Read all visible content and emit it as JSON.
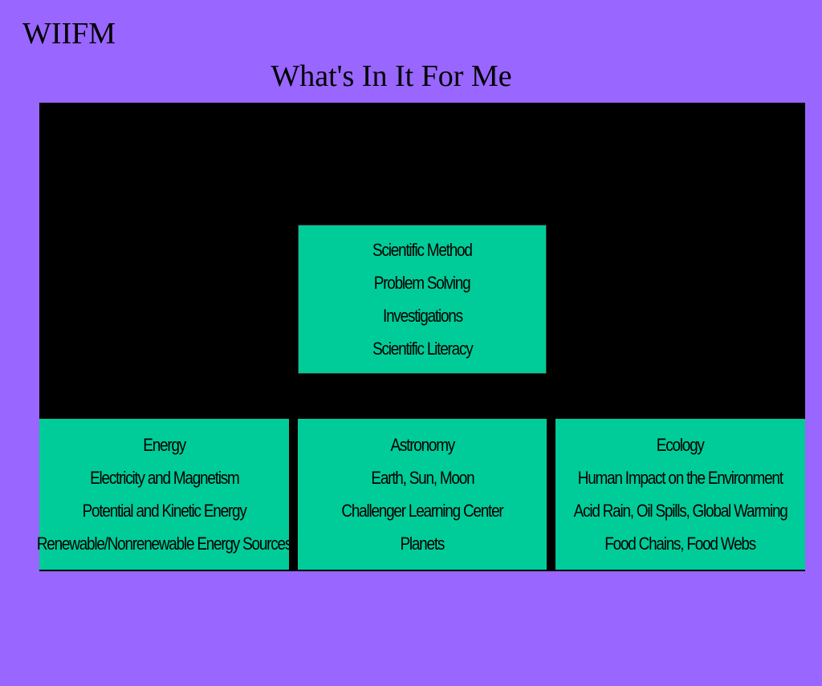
{
  "header": {
    "title": "WIIFM",
    "subtitle": "What's In It For Me"
  },
  "diagram": {
    "top_box": {
      "lines": [
        "Scientific Method",
        "Problem Solving",
        "Investigations",
        "Scientific Literacy"
      ]
    },
    "left_box": {
      "lines": [
        "Energy",
        "Electricity and Magnetism",
        "Potential and Kinetic Energy",
        "Renewable/Nonrenewable Energy Sources"
      ]
    },
    "middle_box": {
      "lines": [
        "Astronomy",
        "Earth, Sun, Moon",
        "Challenger Learning Center",
        "Planets"
      ]
    },
    "right_box": {
      "lines": [
        "Ecology",
        "Human Impact on the Environment",
        "Acid Rain, Oil Spills, Global Warming",
        "Food Chains, Food Webs"
      ]
    }
  },
  "colors": {
    "background": "#9966ff",
    "panel": "#000000",
    "box": "#00cc99"
  }
}
